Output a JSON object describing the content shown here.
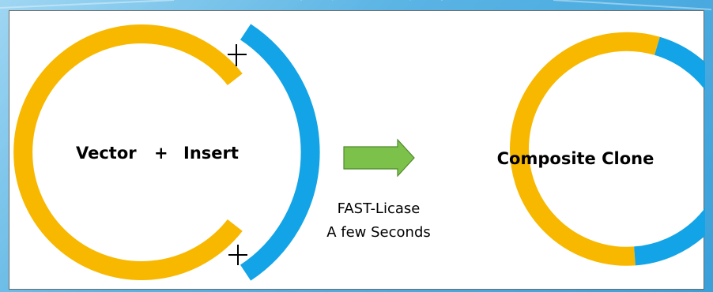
{
  "colors": {
    "vector": "#f8b800",
    "insert": "#12a4e6",
    "arrow": "#7cc24a",
    "arrow_stroke": "#4f8a2c"
  },
  "diagram": {
    "left_label_vector": "Vector",
    "left_label_plus": "+",
    "left_label_insert": "Insert",
    "step_line1": "FAST-Licase",
    "step_line2": "A few Seconds",
    "right_label": "Composite Clone"
  },
  "icons": {
    "arrow": "right-arrow-icon",
    "cut_marks": "cross-icon"
  }
}
